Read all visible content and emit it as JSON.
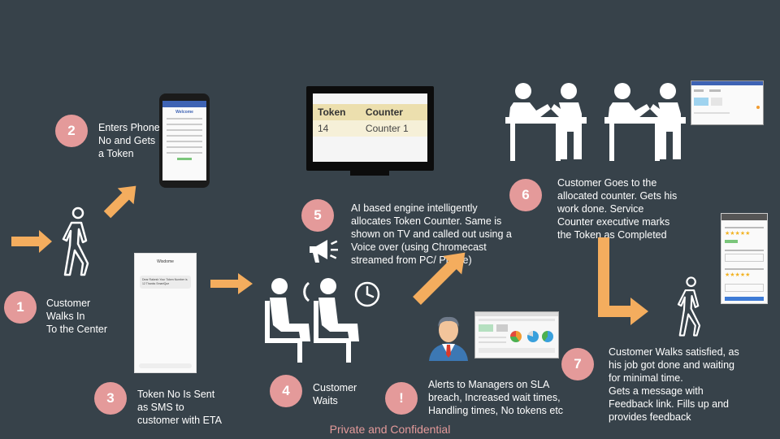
{
  "steps": {
    "s1": {
      "num": "1",
      "text": "Customer\nWalks In\nTo the Center"
    },
    "s2": {
      "num": "2",
      "text": "Enters Phone\nNo and Gets\na Token"
    },
    "s3": {
      "num": "3",
      "text": "Token No Is Sent\nas SMS to\ncustomer with ETA"
    },
    "s4": {
      "num": "4",
      "text": "Customer\nWaits"
    },
    "s5": {
      "num": "5",
      "text": "AI based engine intelligently\nallocates Token  Counter. Same is\nshown on TV and called out using a\nVoice over (using Chromecast\nstreamed from PC/ Phone)"
    },
    "s6": {
      "num": "6",
      "text": "Customer Goes to the\nallocated counter. Gets his\nwork done. Service\nCounter executive marks\nthe Token as Completed"
    },
    "s7": {
      "num": "7",
      "text": "Customer Walks satisfied, as\nhis job got done and waiting\nfor minimal time.\nGets a message with\nFeedback link. Fills up and\nprovides feedback"
    },
    "alert": {
      "num": "!",
      "text": "Alerts to Managers on SLA\nbreach, Increased wait times,\nHandling times, No tokens etc"
    }
  },
  "tv": {
    "col1": "Token",
    "col2": "Counter",
    "token": "14",
    "counter": "Counter 1"
  },
  "phone_token": {
    "title": "Welcome"
  },
  "phone_sms": {
    "title": "Wisdome",
    "message": "Dear Rakesh Your Token Number is 12 Thanks SmartQue"
  },
  "colors": {
    "background": "#37424a",
    "accent_circle": "#e49a9a",
    "arrow": "#f4ad5e"
  },
  "footer": "Private and Confidential"
}
